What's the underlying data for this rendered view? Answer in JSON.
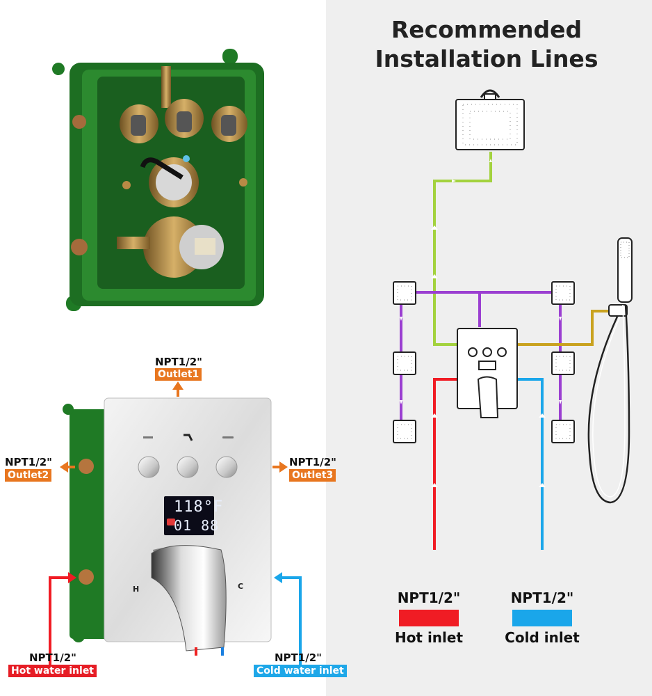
{
  "heading": "Recommended\nInstallation Lines",
  "labels": {
    "outlet1": {
      "npt": "NPT1/2\"",
      "name": "Outlet1"
    },
    "outlet2": {
      "npt": "NPT1/2\"",
      "name": "Outlet2"
    },
    "outlet3": {
      "npt": "NPT1/2\"",
      "name": "Outlet3"
    },
    "hot_inlet_small": {
      "npt": "NPT1/2\"",
      "name": "Hot water inlet"
    },
    "cold_inlet_small": {
      "npt": "NPT1/2\"",
      "name": "Cold water inlet"
    }
  },
  "display": {
    "temperature": "118°F",
    "timer": "01 88"
  },
  "valve_marks": {
    "hot": "H",
    "cold": "C"
  },
  "legend": [
    {
      "npt": "NPT1/2\"",
      "label": "Hot inlet",
      "color": "#f01c24"
    },
    {
      "npt": "NPT1/2\"",
      "label": "Cold inlet",
      "color": "#1aa6ea"
    }
  ],
  "colors": {
    "box_green": "#1f7a25",
    "outlet_orange": "#e8761f",
    "line_lime": "#a3d23e",
    "line_purple": "#9b3fd1",
    "line_gold": "#c9a21f",
    "hot_red": "#f01c24",
    "cold_blue": "#1aa6ea"
  }
}
